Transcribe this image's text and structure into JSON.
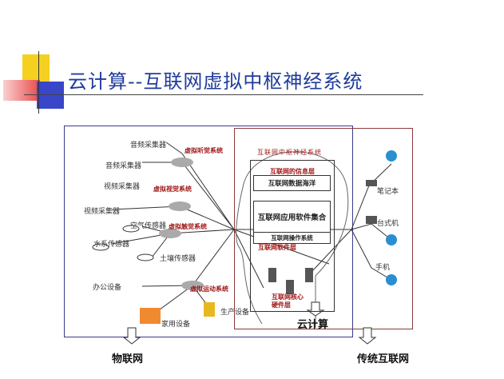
{
  "slide": {
    "title": "云计算--互联网虚拟中枢神经系统"
  },
  "iot": {
    "label": "物联网",
    "devices": [
      "音频采集器",
      "音频采集器",
      "视频采集器",
      "视频采集器",
      "空气传感器",
      "水系传感器",
      "土壤传感器",
      "办公设备",
      "生产设备",
      "家用设备"
    ],
    "systems": [
      "虚拟听觉系统",
      "虚拟视觉系统",
      "虚拟触觉系统",
      "虚拟运动系统"
    ]
  },
  "cloud": {
    "heading": "互联网中枢神经系统",
    "info_layer": "互联网的信息层",
    "data_ocean": "互联网数据海洋",
    "app_set": "互联网应用软件集合",
    "os": "互联网操作系统",
    "software_layer": "互联网软件层",
    "hardware_layer_1": "互联网核心",
    "hardware_layer_2": "硬件层",
    "label": "云计算"
  },
  "internet": {
    "label": "传统互联网",
    "devices": [
      "笔记本",
      "台式机",
      "手机"
    ]
  },
  "colors": {
    "title": "#1f3c9c",
    "red_label": "#a01818",
    "left_frame": "#3a3a8c",
    "right_frame": "#8a3a3a"
  }
}
